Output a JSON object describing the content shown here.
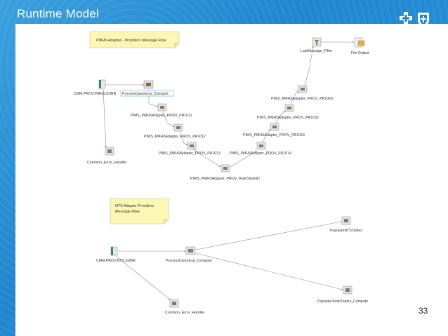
{
  "slide": {
    "title": "Runtime Model",
    "page_number": "33"
  },
  "logo": {
    "name": "bcbs-logo",
    "colors": [
      "#ffffff",
      "#1f86cf"
    ]
  },
  "flow1": {
    "note": [
      "PMHS Adapter - Providers Message Flow"
    ],
    "nodes": {
      "input": "CMM.PROV.PMHS.SUBR",
      "compute": "ProcessCanonical_Compute",
      "pr1011": "PIMS_PMHSAdapter_PROV_PR1011",
      "pr1012": "PIMS_PMHSAdapter_PROV_PR1012",
      "pr1013": "PIMS_PMHSAdapter_PROV_PR1013",
      "ratesheet": "PIMS_PMHSAdapter_PROV_RateSheetID",
      "pr1014": "PIMS_PMHSAdapter_PROV_PR1014",
      "pr1018": "PIMS_PMHSAdapter_PROV_PR1018",
      "pr1032": "PIMS_PMHSAdapter_PROV_PR1032",
      "pr1063": "PIMS_PMHSAdapter_PROV_PR1063",
      "lastfilter": "LastMessage_Filter",
      "fileoutput": "File Output",
      "error": "Common_Error_Handler"
    }
  },
  "flow2": {
    "note": [
      "NTS Adapter Providers",
      "Message Flow"
    ],
    "nodes": {
      "input": "CMM.PROV.NTS.SUBR",
      "compute": "ProcessCanonical_Compute",
      "error": "Common_Error_Handler",
      "nts": "PopulateNTSTables",
      "temp": "PopulateTempTables_Compute"
    }
  },
  "colors": {
    "note_fill": "#fdf7b5",
    "edge": "#8a8a8a",
    "node_fill": "#e6e6e6",
    "mq_green": "#2f8f4e",
    "selected": "#6aa8e0"
  }
}
